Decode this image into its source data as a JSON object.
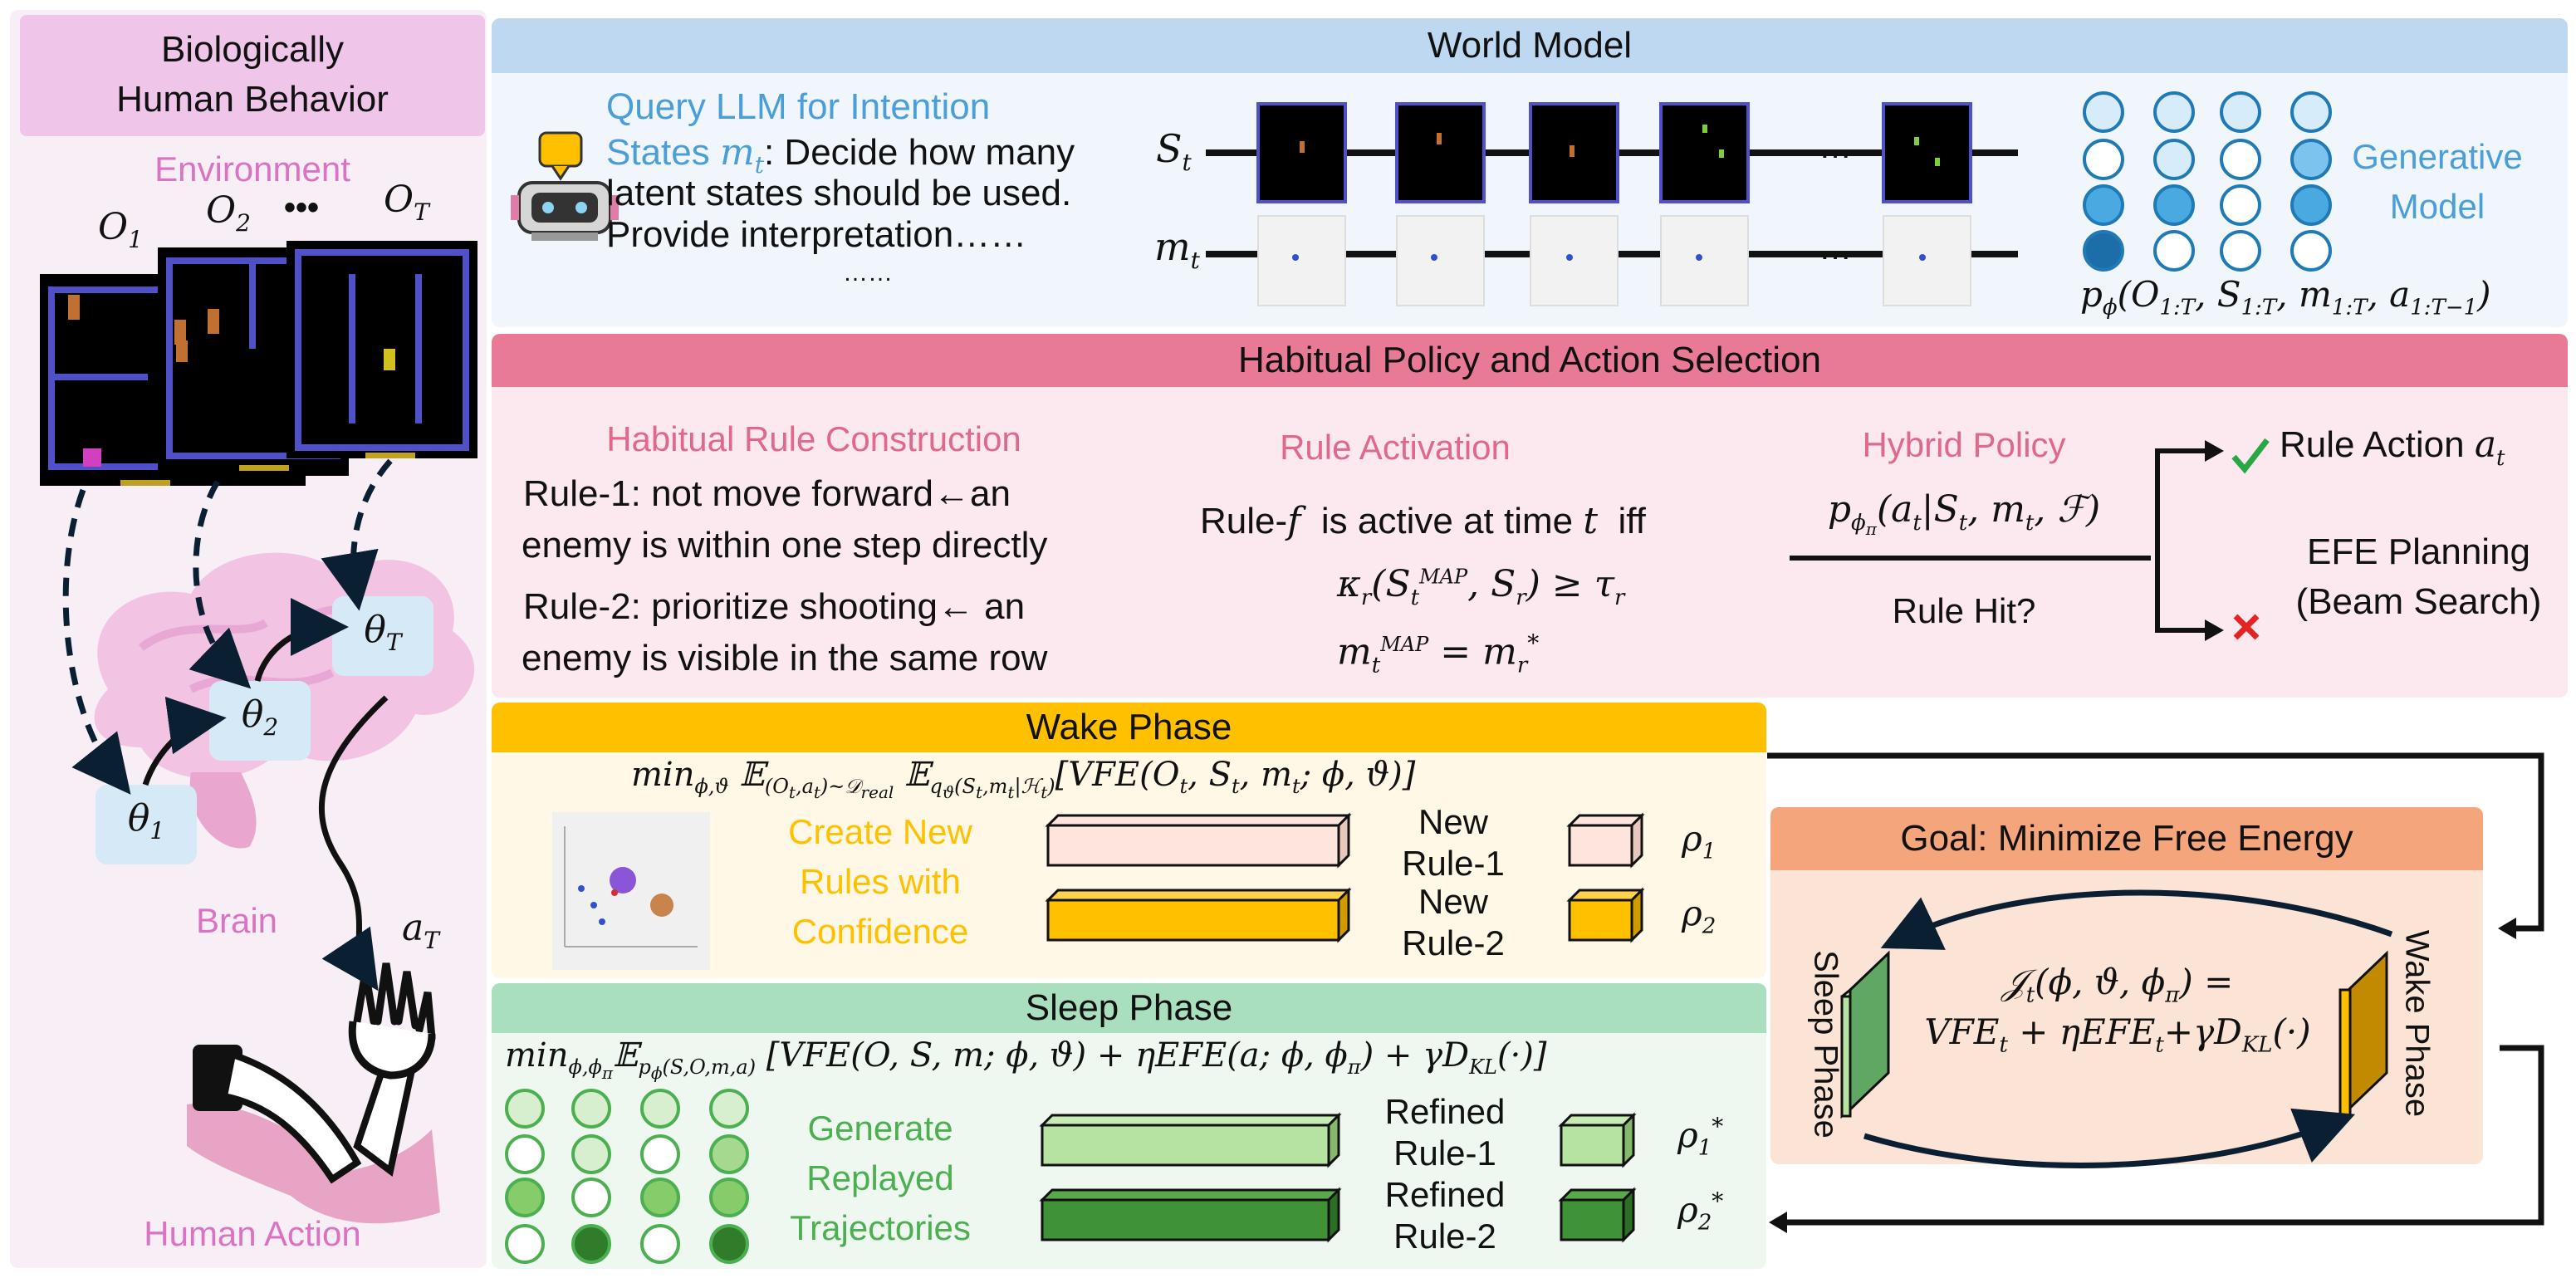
{
  "left": {
    "title_line1": "Biologically",
    "title_line2": "Human Behavior",
    "environment_label": "Environment",
    "obs_labels": [
      "O₁",
      "O₂",
      "•••",
      "O_T"
    ],
    "theta_labels": [
      "θ₁",
      "θ₂",
      "θ_T"
    ],
    "brain_label": "Brain",
    "action_label": "a_T",
    "human_action_label": "Human Action"
  },
  "world_model": {
    "header": "World Model",
    "query_line1": "Query LLM for Intention",
    "query_line2_a": "States ",
    "query_line2_m": "m",
    "query_line2_sub": "t",
    "query_line2_b": ": Decide how many",
    "query_line3": "latent states should be used.",
    "query_line4": "Provide interpretation……",
    "query_line5": "……",
    "row_s_label": "S",
    "row_s_sub": "t",
    "row_m_label": "m",
    "row_m_sub": "t",
    "ellipsis": "…",
    "generative_line1": "Generative",
    "generative_line2": "Model",
    "formula": "pϕ(O1:T, S1:T, m1:T, a1:T−1)"
  },
  "habitual": {
    "header": "Habitual Policy and Action Selection",
    "construction_title": "Habitual Rule Construction",
    "rule1_name": "Rule-1",
    "rule1_text_a": ": not move forward←an",
    "rule1_text_b": "enemy is within one step directly",
    "rule2_name": "Rule-2",
    "rule2_text_a": ": prioritize shooting← an",
    "rule2_text_b": "enemy is visible in the same row",
    "activation_title": "Rule Activation",
    "activation_line1": "Rule-f  is active at time t  iff",
    "activation_line2": "κ_r(S_t^MAP, S_r) ≥ τ_r",
    "activation_line3": "m_t^MAP = m_r*",
    "hybrid_title": "Hybrid Policy",
    "hybrid_formula": "pϕπ(a_t|S_t, m_t, ℱ)",
    "rule_hit": "Rule Hit?",
    "rule_action": "Rule Action a_t",
    "efe_line1": "EFE Planning",
    "efe_line2": "(Beam Search)"
  },
  "wake": {
    "header": "Wake Phase",
    "objective": "minϕ,ϑ 𝔼(Ot,at)~𝒟real 𝔼qϑ(St,mt|ℋt)[VFE(Ot, St, mt; ϕ, ϑ)]",
    "create_line1": "Create New",
    "create_line2": "Rules with",
    "create_line3": "Confidence",
    "rule1_a": "New",
    "rule1_b": "Rule-1",
    "rule2_a": "New",
    "rule2_b": "Rule-2",
    "rho1": "ρ₁",
    "rho2": "ρ₂"
  },
  "sleep": {
    "header": "Sleep Phase",
    "objective": "minϕ,ϕπ 𝔼pϕ(S,O,m,a) [VFE(O, S, m; ϕ, ϑ) + ηEFE(a; ϕ, ϕπ) + γD_KL(·)]",
    "gen_line1": "Generate",
    "gen_line2": "Replayed",
    "gen_line3": "Trajectories",
    "rule1_a": "Refined",
    "rule1_b": "Rule-1",
    "rule2_a": "Refined",
    "rule2_b": "Rule-2",
    "rho1": "ρ₁*",
    "rho2": "ρ₂*"
  },
  "goal": {
    "header": "Goal: Minimize Free Energy",
    "sleep_label": "Sleep Phase",
    "wake_label": "Wake Phase",
    "formula_line1": "𝒥t(ϕ, ϑ, ϕπ) =",
    "formula_line2": "VFEt + ηEFEt+γDKL(·)"
  },
  "colors": {
    "pink_title": "#e5b7e0",
    "env_pink": "#d973c2",
    "world_blue": "#b8d6ef",
    "query_blue": "#4a9fd8",
    "habitual_header": "#e87a96",
    "habitual_title": "#e0688a",
    "wake_header": "#ffc000",
    "wake_text": "#ffc000",
    "sleep_header": "#a9dfbf",
    "sleep_text": "#4caf50",
    "goal_header": "#f4a57b",
    "goal_bg": "#fbe3d6"
  }
}
